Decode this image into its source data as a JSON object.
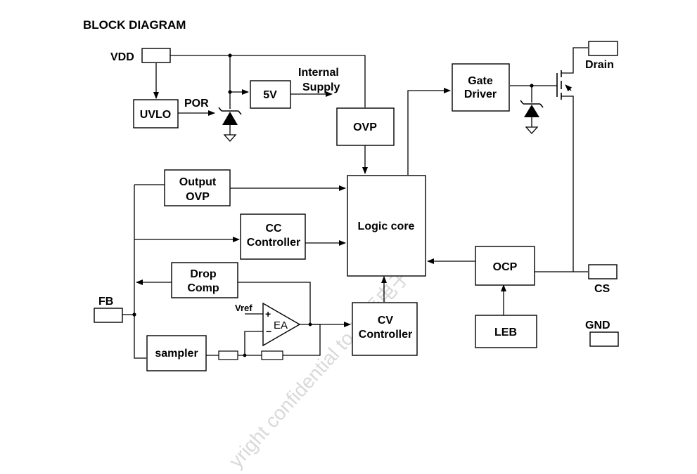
{
  "title": "BLOCK DIAGRAM",
  "pins": {
    "vdd": "VDD",
    "drain": "Drain",
    "cs": "CS",
    "fb": "FB",
    "gnd": "GND"
  },
  "blocks": {
    "uvlo": "UVLO",
    "five_v": "5V",
    "ovp": "OVP",
    "gate_driver_line1": "Gate",
    "gate_driver_line2": "Driver",
    "output_ovp_line1": "Output",
    "output_ovp_line2": "OVP",
    "cc_line1": "CC",
    "cc_line2": "Controller",
    "logic_core": "Logic core",
    "drop_comp_line1": "Drop",
    "drop_comp_line2": "Comp",
    "cv_line1": "CV",
    "cv_line2": "Controller",
    "ocp": "OCP",
    "leb": "LEB",
    "sampler": "sampler"
  },
  "signals": {
    "por": "POR",
    "internal_supply_line1": "Internal",
    "internal_supply_line2": "Supply",
    "vref": "Vref",
    "ea": "EA",
    "plus": "+",
    "minus": "−"
  },
  "watermark": "yright confidential to 东辰电子"
}
